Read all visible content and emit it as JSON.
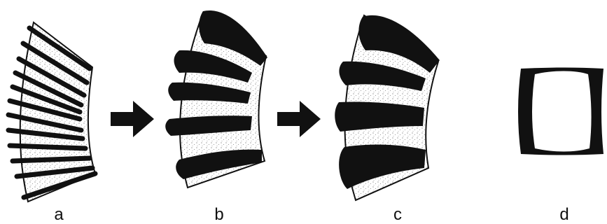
{
  "figure": {
    "panels": [
      {
        "id": "a",
        "label": "a",
        "icon": "segmented-column-many-discs-icon"
      },
      {
        "id": "b",
        "label": "b",
        "icon": "segmented-column-five-blocks-icon"
      },
      {
        "id": "c",
        "label": "c",
        "icon": "segmented-column-four-blocks-icon"
      },
      {
        "id": "d",
        "label": "d",
        "icon": "single-vertebra-block-icon"
      }
    ],
    "arrows": [
      {
        "from": "a",
        "to": "b",
        "icon": "right-arrow-icon"
      },
      {
        "from": "b",
        "to": "c",
        "icon": "right-arrow-icon"
      }
    ],
    "colors": {
      "ink": "#111111",
      "stipple": "#555555",
      "paper": "#ffffff"
    }
  }
}
